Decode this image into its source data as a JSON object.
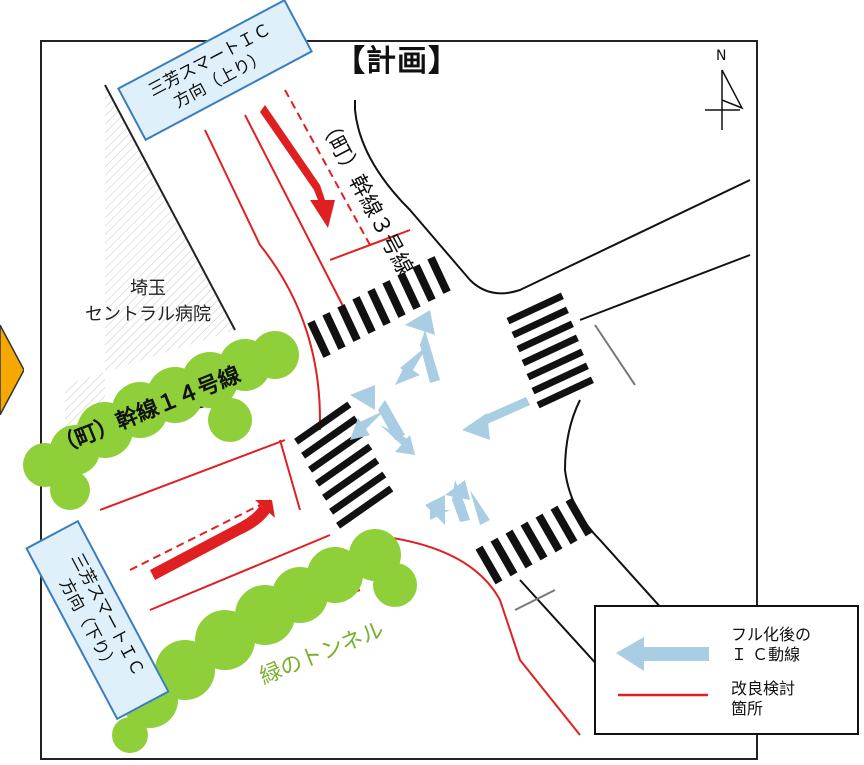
{
  "title": "【計画】",
  "north_label": "N",
  "callouts": {
    "upper_line1": "三芳スマートＩＣ",
    "upper_line2": "方向（上り）",
    "lower_line1": "三芳スマートＩＣ",
    "lower_line2": "方向（下り）"
  },
  "labels": {
    "hospital_line1": "埼玉",
    "hospital_line2": "セントラル病院",
    "road_main": "幹線１４号線",
    "road_main_prefix": "（町）",
    "road_north_prefix": "（町）",
    "road_north": "幹線３号線",
    "tunnel": "緑のトンネル"
  },
  "legend": {
    "arrow_line1": "フル化後の",
    "arrow_line2": "Ｉ Ｃ動線",
    "red_line1": "改良検討",
    "red_line2": "箇所"
  },
  "colors": {
    "flow_arrow": "#a9cde3",
    "red_line": "#e02020",
    "tree": "#8fcf3a",
    "callout_bg": "#dff0fa",
    "callout_border": "#3a7dbf",
    "tunnel_text": "#7ab030",
    "orange_marker": "#f5a800"
  }
}
